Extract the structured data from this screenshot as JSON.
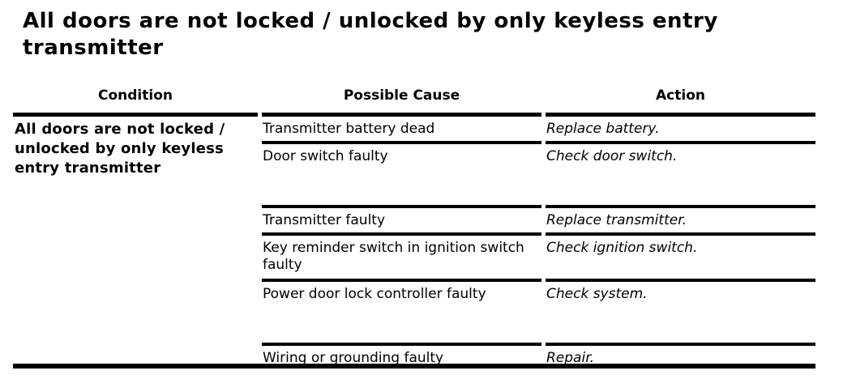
{
  "page": {
    "title": "All doors are not locked / unlocked by only keyless entry transmitter",
    "background_color": "#ffffff",
    "text_color": "#000000",
    "rule_color": "#000000"
  },
  "table": {
    "headers": {
      "condition": "Condition",
      "cause": "Possible Cause",
      "action": "Action"
    },
    "condition": "All doors are not locked / unlocked by only keyless entry transmitter",
    "rows": [
      {
        "cause": "Transmitter battery dead",
        "action": "Replace battery."
      },
      {
        "cause": "Door switch faulty",
        "action": "Check door switch."
      },
      {
        "cause": "Transmitter faulty",
        "action": "Replace transmitter."
      },
      {
        "cause": "Key reminder switch in ignition switch faulty",
        "action": "Check ignition switch."
      },
      {
        "cause": "Power door lock controller faulty",
        "action": "Check system."
      },
      {
        "cause": "Wiring or grounding faulty",
        "action": "Repair."
      }
    ]
  }
}
